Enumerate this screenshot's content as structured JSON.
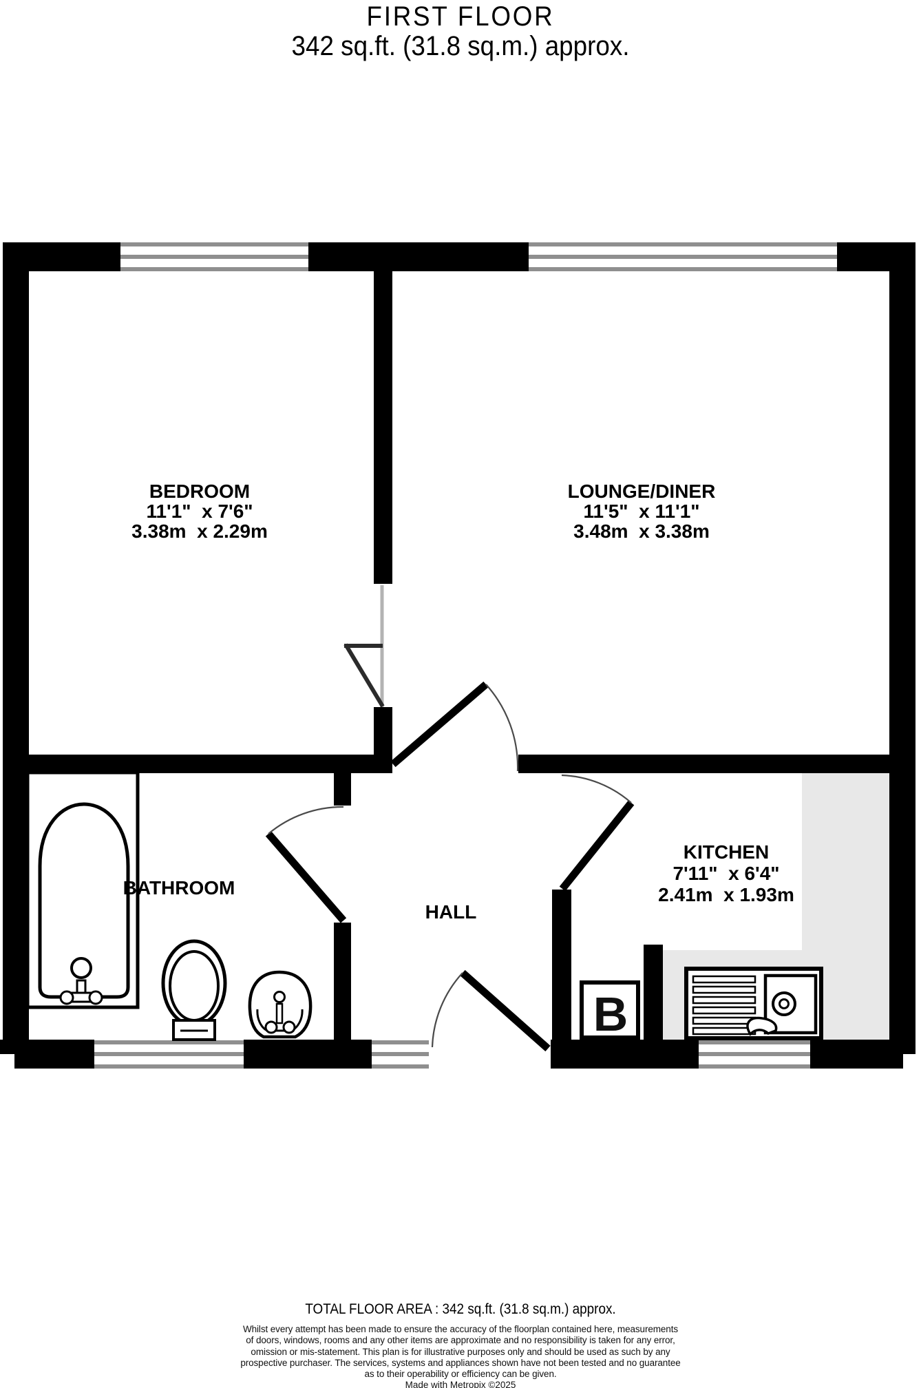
{
  "title": {
    "line1": "FIRST FLOOR",
    "line2": "342 sq.ft. (31.8 sq.m.) approx."
  },
  "rooms": {
    "bedroom": {
      "name": "BEDROOM",
      "imperial": "11'1\"  x 7'6\"",
      "metric": "3.38m  x 2.29m"
    },
    "lounge": {
      "name": "LOUNGE/DINER",
      "imperial": "11'5\"  x 11'1\"",
      "metric": "3.48m  x 3.38m"
    },
    "kitchen": {
      "name": "KITCHEN",
      "imperial": "7'11\"  x 6'4\"",
      "metric": "2.41m  x 1.93m"
    },
    "bathroom": {
      "name": "BATHROOM"
    },
    "hall": {
      "name": "HALL"
    }
  },
  "boiler": {
    "label": "B"
  },
  "footer": {
    "total_area": "TOTAL FLOOR AREA : 342 sq.ft. (31.8 sq.m.) approx.",
    "disclaimer_lines": [
      "Whilst every attempt has been made to ensure the accuracy of the floorplan contained here, measurements",
      "of doors, windows, rooms and any other items are approximate and no responsibility is taken for any error,",
      "omission or mis-statement. This plan is for illustrative purposes only and should be used as such by any",
      "prospective purchaser. The services, systems and appliances shown have not been tested and no guarantee",
      "as to their operability or efficiency can be given."
    ],
    "made_with": "Made with Metropix ©2025"
  },
  "colors": {
    "wall": "#000000",
    "counter": "#e8e8e8",
    "window_frame": "#8f8f8f",
    "door_arc": "#4a4a4a",
    "door_track": "#b3b3b3"
  }
}
